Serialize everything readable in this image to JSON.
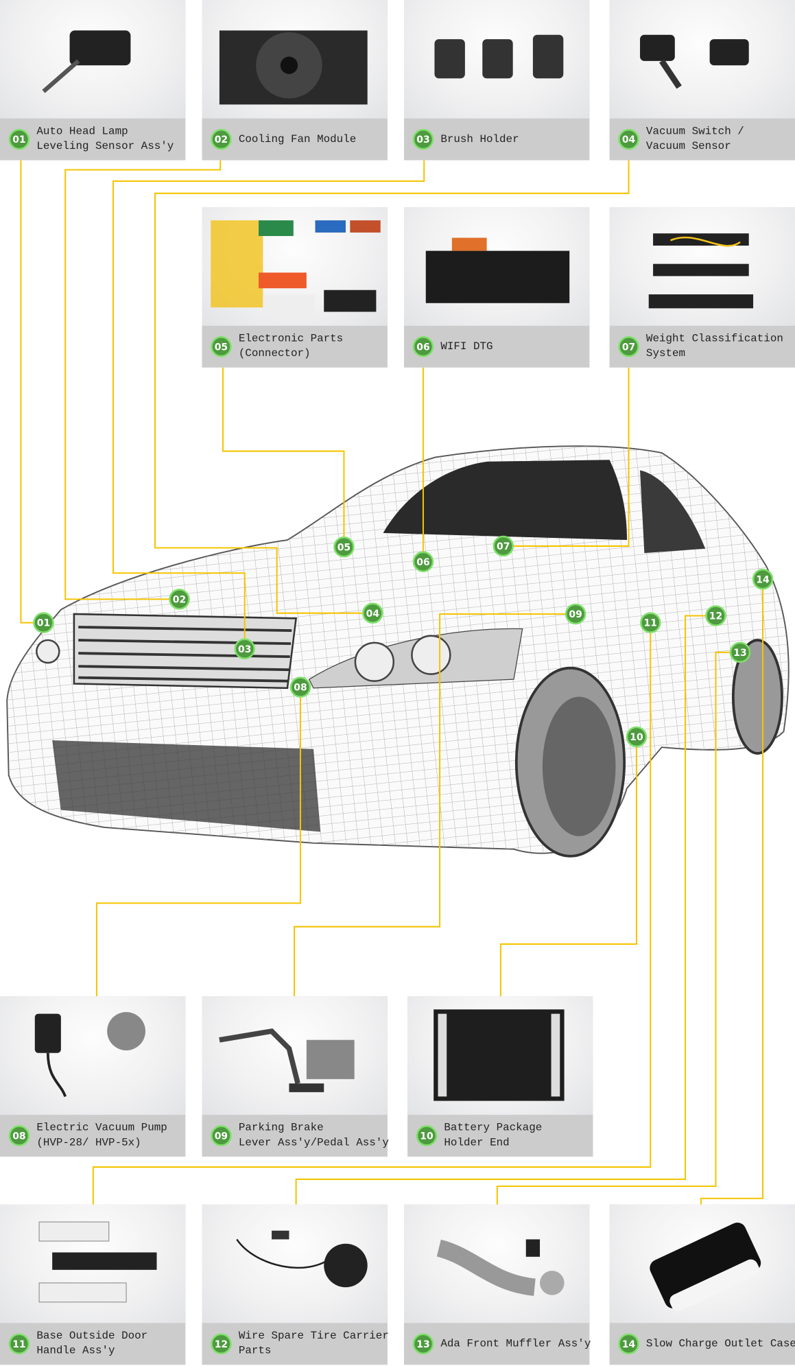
{
  "accent_line": "#f5c400",
  "badge_color": "#4e9a3f",
  "items": [
    {
      "num": "01",
      "label": "Auto Head Lamp\nLeveling Sensor Ass'y"
    },
    {
      "num": "02",
      "label": "Cooling Fan Module"
    },
    {
      "num": "03",
      "label": "Brush Holder"
    },
    {
      "num": "04",
      "label": "Vacuum Switch /\nVacuum Sensor"
    },
    {
      "num": "05",
      "label": "Electronic Parts\n(Connector)"
    },
    {
      "num": "06",
      "label": "WIFI DTG"
    },
    {
      "num": "07",
      "label": "Weight Classification\nSystem"
    },
    {
      "num": "08",
      "label": "Electric Vacuum Pump\n(HVP-28/ HVP-5x)"
    },
    {
      "num": "09",
      "label": "Parking Brake\nLever Ass'y/Pedal Ass'y"
    },
    {
      "num": "10",
      "label": "Battery Package\nHolder End"
    },
    {
      "num": "11",
      "label": "Base Outside Door\nHandle Ass'y"
    },
    {
      "num": "12",
      "label": "Wire Spare Tire Carrier\nParts"
    },
    {
      "num": "13",
      "label": "Ada Front Muffler Ass'y"
    },
    {
      "num": "14",
      "label": "Slow Charge Outlet Case"
    }
  ]
}
